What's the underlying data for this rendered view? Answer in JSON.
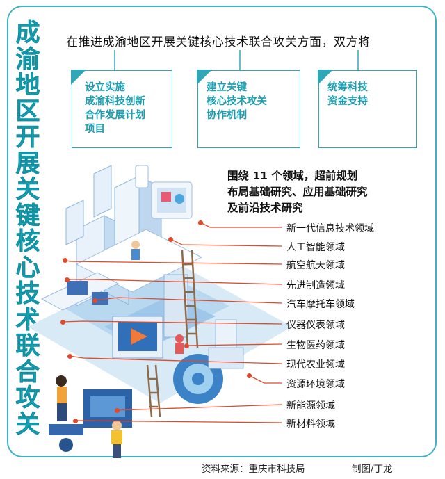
{
  "title_chars": [
    "成",
    "渝",
    "地",
    "区",
    "开",
    "展",
    "关",
    "键",
    "核",
    "心",
    "技",
    "术",
    "联",
    "合",
    "攻",
    "关"
  ],
  "headline": "在推进成渝地区开展关键核心技术联合攻关方面，双方将",
  "boxes": [
    {
      "text": "设立实施\n成渝科技创新\n合作发展计划\n项目"
    },
    {
      "text": "建立关键\n核心技术攻关\n协作机制"
    },
    {
      "text": "统筹科技\n资金支持"
    }
  ],
  "subheading": "围绕 11 个领域，超前规划\n布局基础研究、应用基础研究\n及前沿技术研究",
  "fields": [
    "新一代信息技术领域",
    "人工智能领域",
    "航空航天领域",
    "先进制造领域",
    "汽车摩托车领域",
    "仪器仪表领域",
    "生物医药领域",
    "现代农业领域",
    "资源环境领域",
    "新能源领域",
    "新材料领域"
  ],
  "source": "资料来源：重庆市科技局",
  "credit": "制图/丁龙",
  "colors": {
    "accent": "#1ea6b9",
    "line": "#e0492a"
  }
}
